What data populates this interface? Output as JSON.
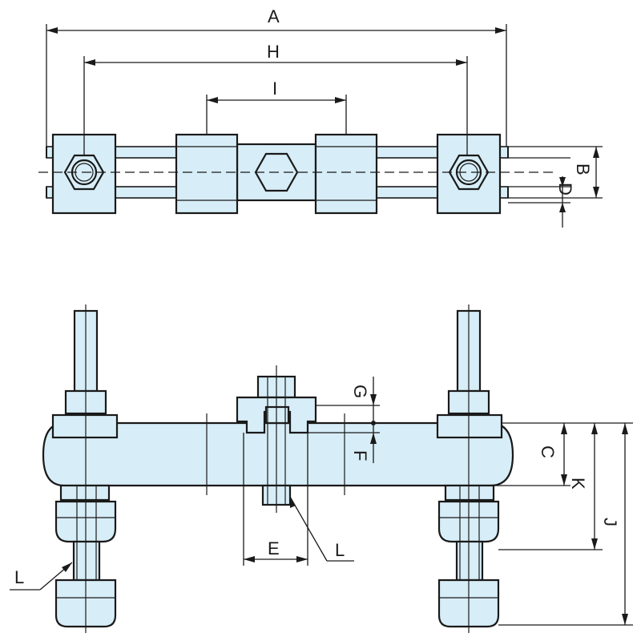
{
  "labels": {
    "A": "A",
    "H": "H",
    "I": "I",
    "B": "B",
    "D": "D",
    "C": "C",
    "K": "K",
    "J": "J",
    "G": "G",
    "F": "F",
    "E": "E",
    "L_left": "L",
    "L_center": "L"
  },
  "colors": {
    "part_fill": "#d7edf7",
    "line": "#1a1a1a"
  }
}
